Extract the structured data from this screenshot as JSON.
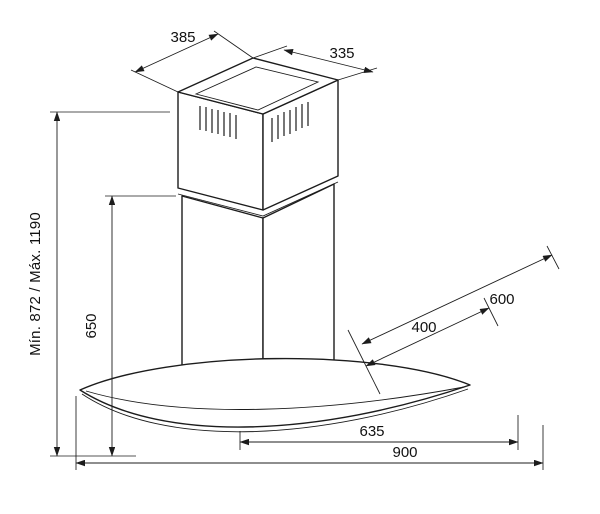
{
  "diagram": {
    "background": "#ffffff",
    "line_color": "#1c1c1c",
    "dimensions": {
      "chimney_top_width": "385",
      "chimney_top_depth": "335",
      "height_range": "Mín. 872 / Máx. 1190",
      "lower_height": "650",
      "canopy_depth": "600",
      "canopy_depth_inner": "400",
      "canopy_width_inner": "635",
      "canopy_width": "900"
    }
  }
}
